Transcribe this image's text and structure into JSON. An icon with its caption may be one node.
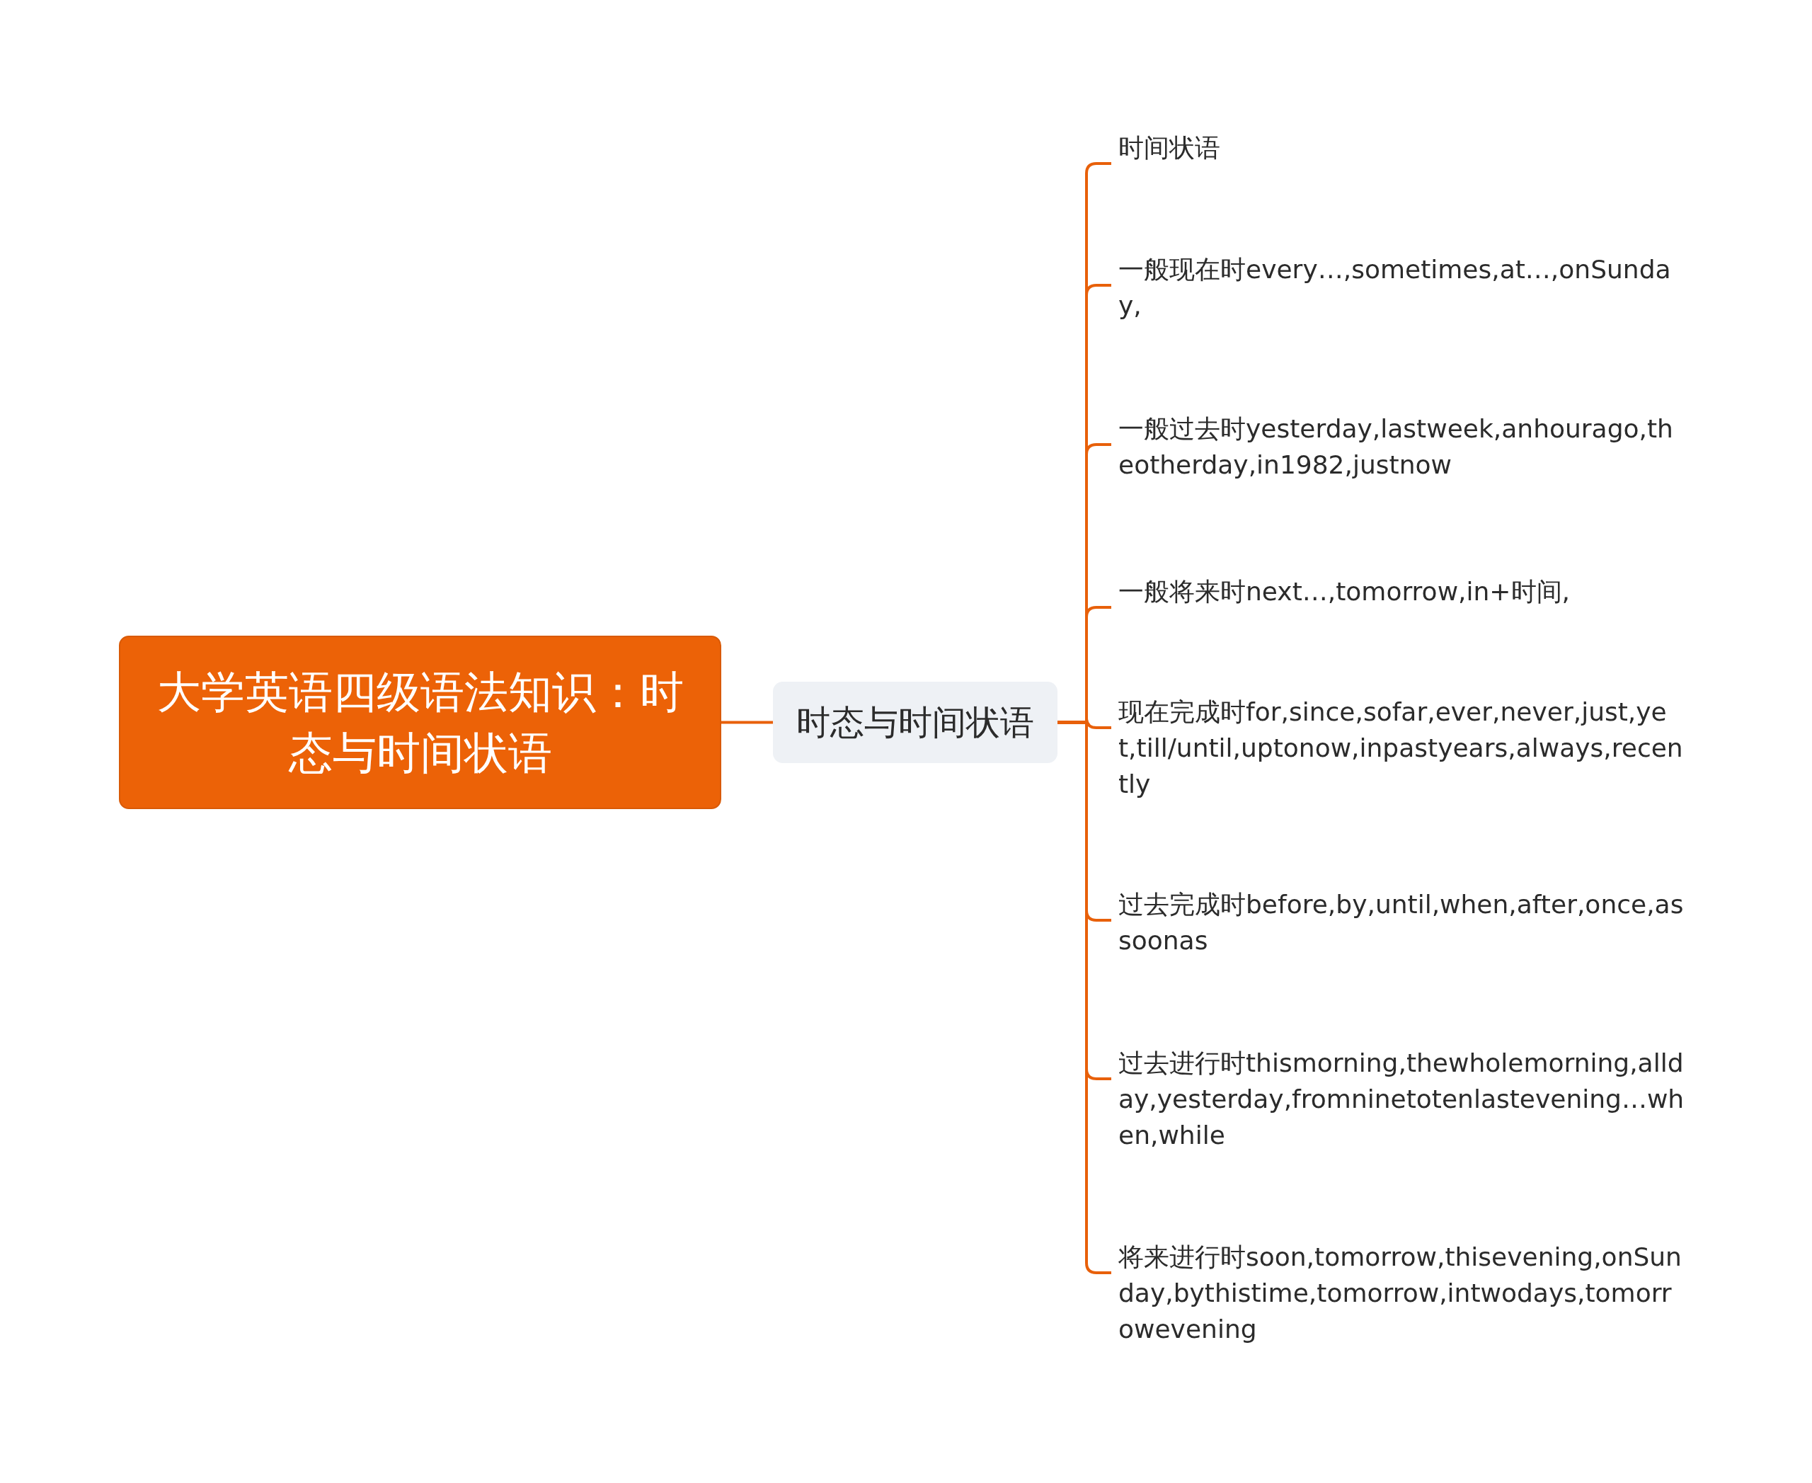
{
  "diagram": {
    "nodes": [
      {
        "text": [
          "大学英语四级语法知识：时态与时间状语"
        ]
      },
      {
        "text": [
          "时态与时间状语"
        ]
      },
      {
        "text": [
          "时间状语"
        ]
      },
      {
        "text": [
          "一般现在时every…,sometimes,at…,onSunday,"
        ]
      },
      {
        "text": [
          "一般过去时yesterday,lastweek,anhourago,theotherday,in1982,justnow"
        ]
      },
      {
        "text": [
          "一般将来时next…,tomorrow,in+时间,"
        ]
      },
      {
        "text": [
          "现在完成时for,since,sofar,ever,never,just,yet,till/until,uptonow,inpastyears,always,recently"
        ]
      },
      {
        "text": [
          "过去完成时before,by,until,when,after,once,assoonas"
        ]
      },
      {
        "text": [
          "过去进行时thismorning,thewholemorning,allday,yesterday,fromninetotenlastevening…when,while"
        ]
      },
      {
        "text": [
          "将来进行时soon,tomorrow,thisevening,onSunday,bythistime,tomorrow,intwodays,tomorrowevening"
        ]
      }
    ],
    "edges": [
      {
        "from": 0,
        "to": 1,
        "arrow": "none"
      },
      {
        "from": 1,
        "to": 2,
        "arrow": "none"
      },
      {
        "from": 1,
        "to": 3,
        "arrow": "none"
      },
      {
        "from": 1,
        "to": 4,
        "arrow": "none"
      },
      {
        "from": 1,
        "to": 5,
        "arrow": "none"
      },
      {
        "from": 1,
        "to": 6,
        "arrow": "none"
      },
      {
        "from": 1,
        "to": 7,
        "arrow": "none"
      },
      {
        "from": 1,
        "to": 8,
        "arrow": "none"
      },
      {
        "from": 1,
        "to": 9,
        "arrow": "none"
      }
    ]
  }
}
